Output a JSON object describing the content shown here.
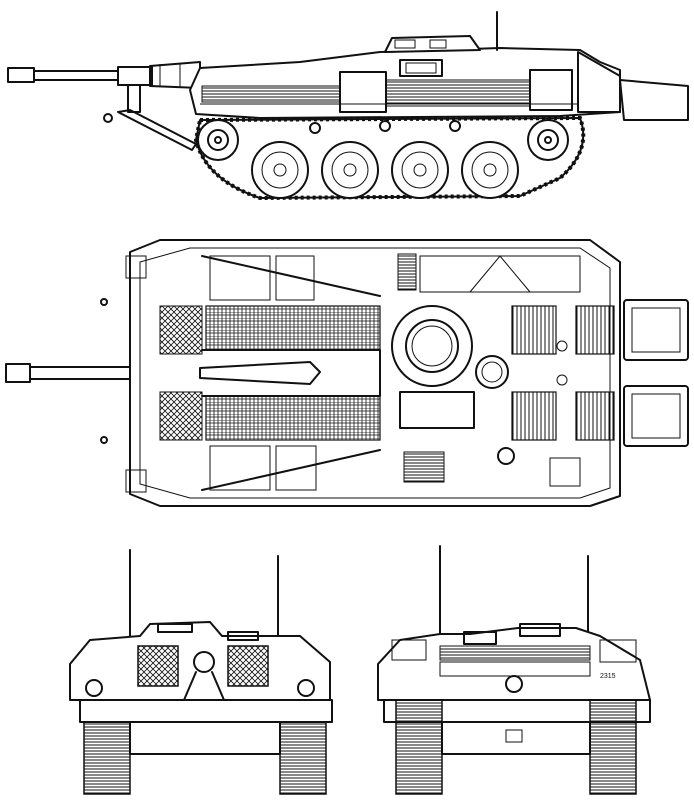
{
  "drawing": {
    "views": [
      "side-view",
      "top-view",
      "front-view",
      "rear-view"
    ],
    "rear_marking": "2315"
  },
  "colors": {
    "ink": "#111111",
    "paper": "#ffffff"
  }
}
